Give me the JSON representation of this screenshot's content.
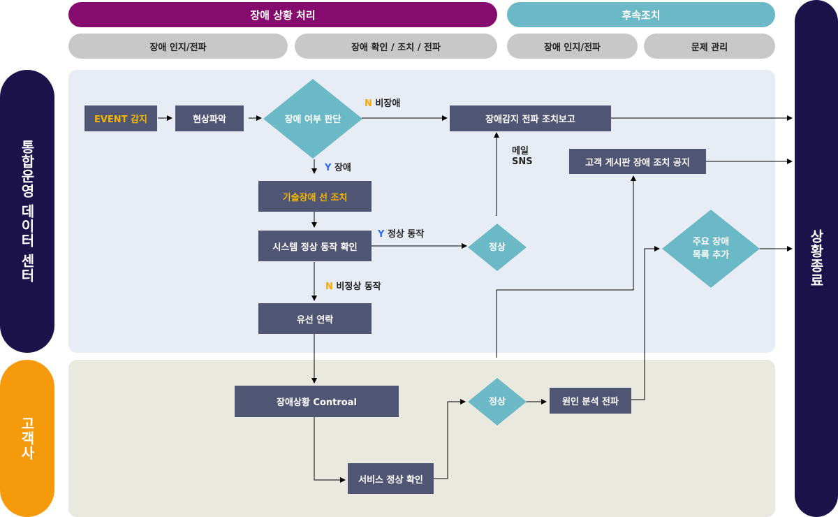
{
  "header": {
    "main_title": "장애 상황 처리",
    "follow_title": "후속조치",
    "sub": [
      "장애 인지/전파",
      "장애 확인 / 조치 / 전파",
      "장애 인지/전파",
      "문제 관리"
    ]
  },
  "lanes": {
    "ops": "통합운영 데이터 센터",
    "customer": "고객사",
    "end": "상황종료"
  },
  "nodes": {
    "event": "EVENT 감지",
    "grasp": "현상파악",
    "judge": "장애 여부 판단",
    "report": "장애감지 전파 조치보고",
    "notice": "고객 게시판 장애 조치 공지",
    "pretech": "기술장애 선 조치",
    "syscheck": "시스템 정상 동작 확인",
    "normal1": "정상",
    "wired": "유선 연락",
    "major_line1": "주요 장애",
    "major_line2": "목록 추가",
    "control": "장애상황 Controal",
    "normal2": "정상",
    "cause": "원인 분석 전파",
    "svccheck": "서비스 정상 확인"
  },
  "labels": {
    "n_letter": "N",
    "y_letter": "Y",
    "non_fault": "비장애",
    "fault": "장애",
    "normal_op": "정상 동작",
    "abnormal_op": "비정상 동작",
    "mail": "메일",
    "sns": "SNS"
  },
  "colors": {
    "main_header": "#850b6e",
    "follow_header": "#6bb8c6",
    "ops_lane": "#e8edf5",
    "customer_lane": "#e9e9df",
    "ops_side": "#1a1248",
    "customer_side": "#f59a0b",
    "box": "#4f5573",
    "diamond": "#6bb8c6",
    "highlight": "#f5b800"
  }
}
